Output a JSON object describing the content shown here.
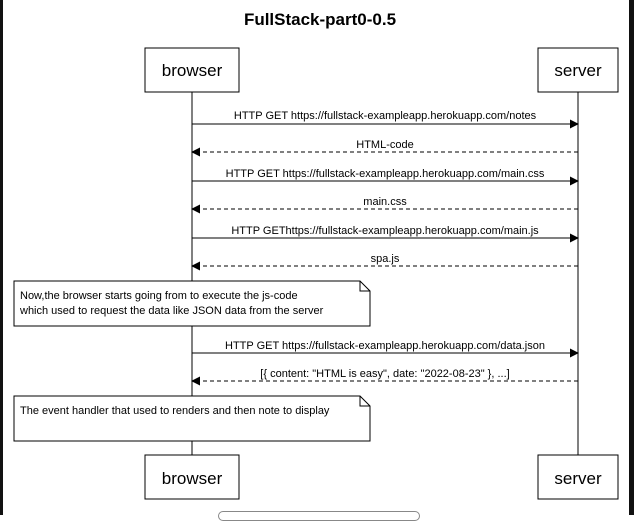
{
  "title": "FullStack-part0-0.5",
  "participants": {
    "browser": "browser",
    "server": "server"
  },
  "messages": [
    {
      "text": "HTTP GET https://fullstack-exampleapp.herokuapp.com/notes",
      "direction": "right",
      "style": "solid"
    },
    {
      "text": "HTML-code",
      "direction": "left",
      "style": "dashed"
    },
    {
      "text": "HTTP GET https://fullstack-exampleapp.herokuapp.com/main.css",
      "direction": "right",
      "style": "solid"
    },
    {
      "text": "main.css",
      "direction": "left",
      "style": "dashed"
    },
    {
      "text": "HTTP GEThttps://fullstack-exampleapp.herokuapp.com/main.js",
      "direction": "right",
      "style": "solid"
    },
    {
      "text": "spa.js",
      "direction": "left",
      "style": "dashed"
    },
    {
      "text": "HTTP GET https://fullstack-exampleapp.herokuapp.com/data.json",
      "direction": "right",
      "style": "solid"
    },
    {
      "text": "[{ content: \"HTML is easy\", date: \"2022-08-23\" }, ...]",
      "direction": "left",
      "style": "dashed"
    }
  ],
  "notes": [
    {
      "lines": [
        "Now,the browser starts going from to execute the js-code",
        "which used to request the data like JSON data from the server"
      ]
    },
    {
      "lines": [
        "The event handler that used to renders and then note to display"
      ]
    }
  ],
  "colors": {
    "line": "#000000",
    "background": "#ffffff"
  }
}
